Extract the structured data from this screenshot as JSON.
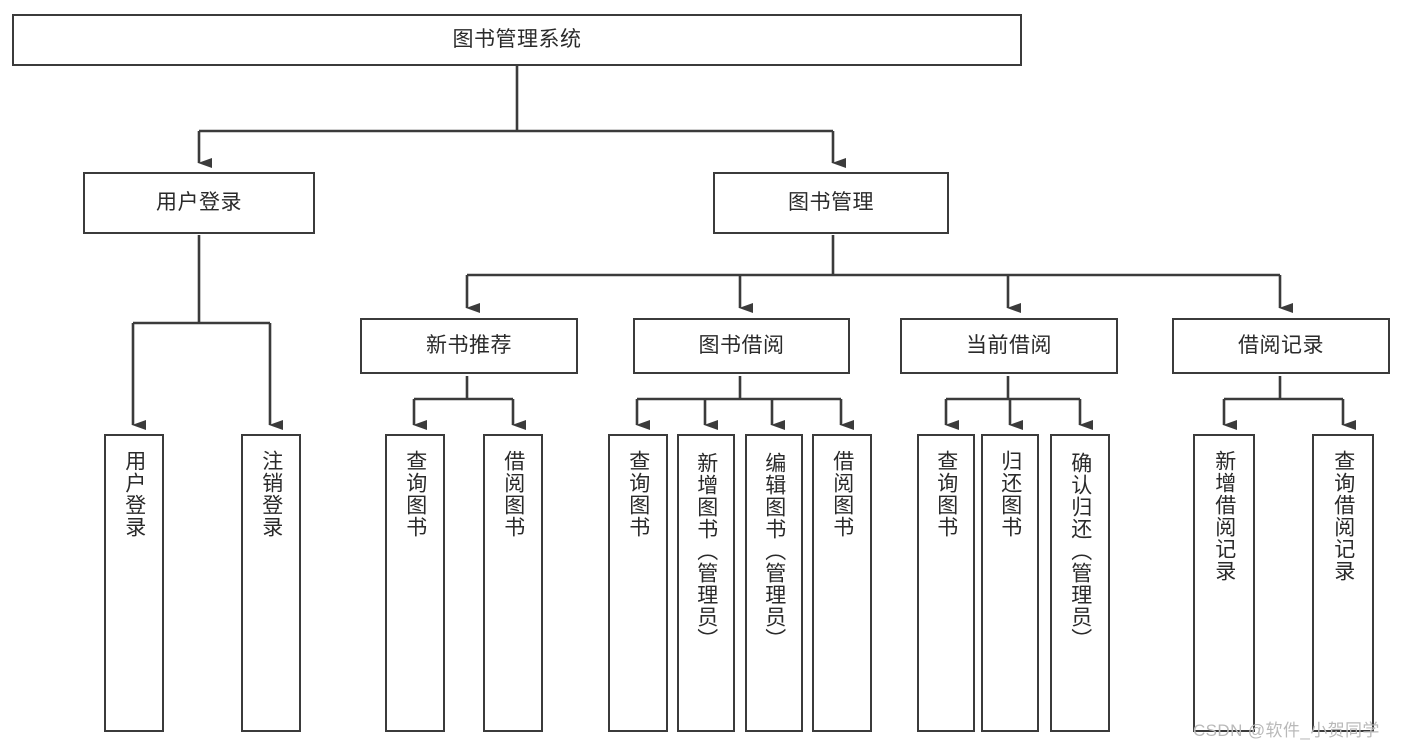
{
  "diagram": {
    "type": "tree",
    "title_node": {
      "label": "图书管理系统"
    },
    "level2": [
      {
        "label": "用户登录"
      },
      {
        "label": "图书管理"
      }
    ],
    "level3": [
      {
        "label": "新书推荐"
      },
      {
        "label": "图书借阅"
      },
      {
        "label": "当前借阅"
      },
      {
        "label": "借阅记录"
      }
    ],
    "leaves": {
      "user_login": [
        {
          "label": "用户登录"
        },
        {
          "label": "注销登录"
        }
      ],
      "new_book_recommend": [
        {
          "label": "查询图书"
        },
        {
          "label": "借阅图书"
        }
      ],
      "book_borrow": [
        {
          "label": "查询图书"
        },
        {
          "label": "新增图书（管理员）"
        },
        {
          "label": "编辑图书（管理员）"
        },
        {
          "label": "借阅图书"
        }
      ],
      "current_borrow": [
        {
          "label": "查询图书"
        },
        {
          "label": "归还图书"
        },
        {
          "label": "确认归还（管理员）"
        }
      ],
      "borrow_record": [
        {
          "label": "新增借阅记录"
        },
        {
          "label": "查询借阅记录"
        }
      ]
    }
  },
  "watermark": {
    "text": "CSDN @软件_小贺同学"
  },
  "colors": {
    "border": "#3b3b3b",
    "background": "#ffffff",
    "text": "#2a2a2a",
    "watermark": "#b9b9b9"
  }
}
